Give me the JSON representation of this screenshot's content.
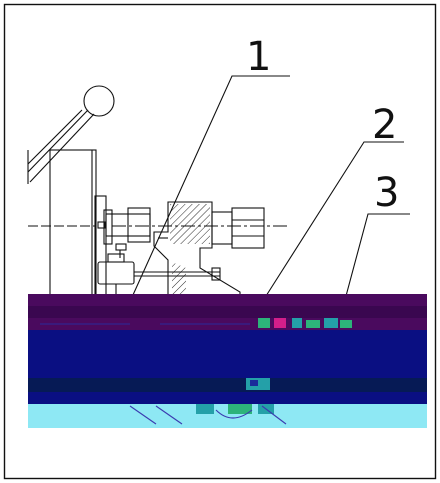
{
  "figure": {
    "callouts": [
      {
        "label": "1"
      },
      {
        "label": "2"
      },
      {
        "label": "3"
      }
    ],
    "colors": {
      "ink": "#111111",
      "paper": "#ffffff",
      "band_purple": "#4a0a5e",
      "band_navy": "#0a0f82",
      "band_dark": "#061a55",
      "band_cyan": "#8ee8f4",
      "artifact_green": "#2db37a",
      "artifact_magenta": "#d21f8a",
      "artifact_teal": "#24a0a8"
    },
    "component_icons": [
      "handle-lever-icon",
      "mounting-plate-icon",
      "bolt-nut-icon",
      "bracket-icon",
      "cylinder-icon",
      "base-plate-icon"
    ]
  }
}
